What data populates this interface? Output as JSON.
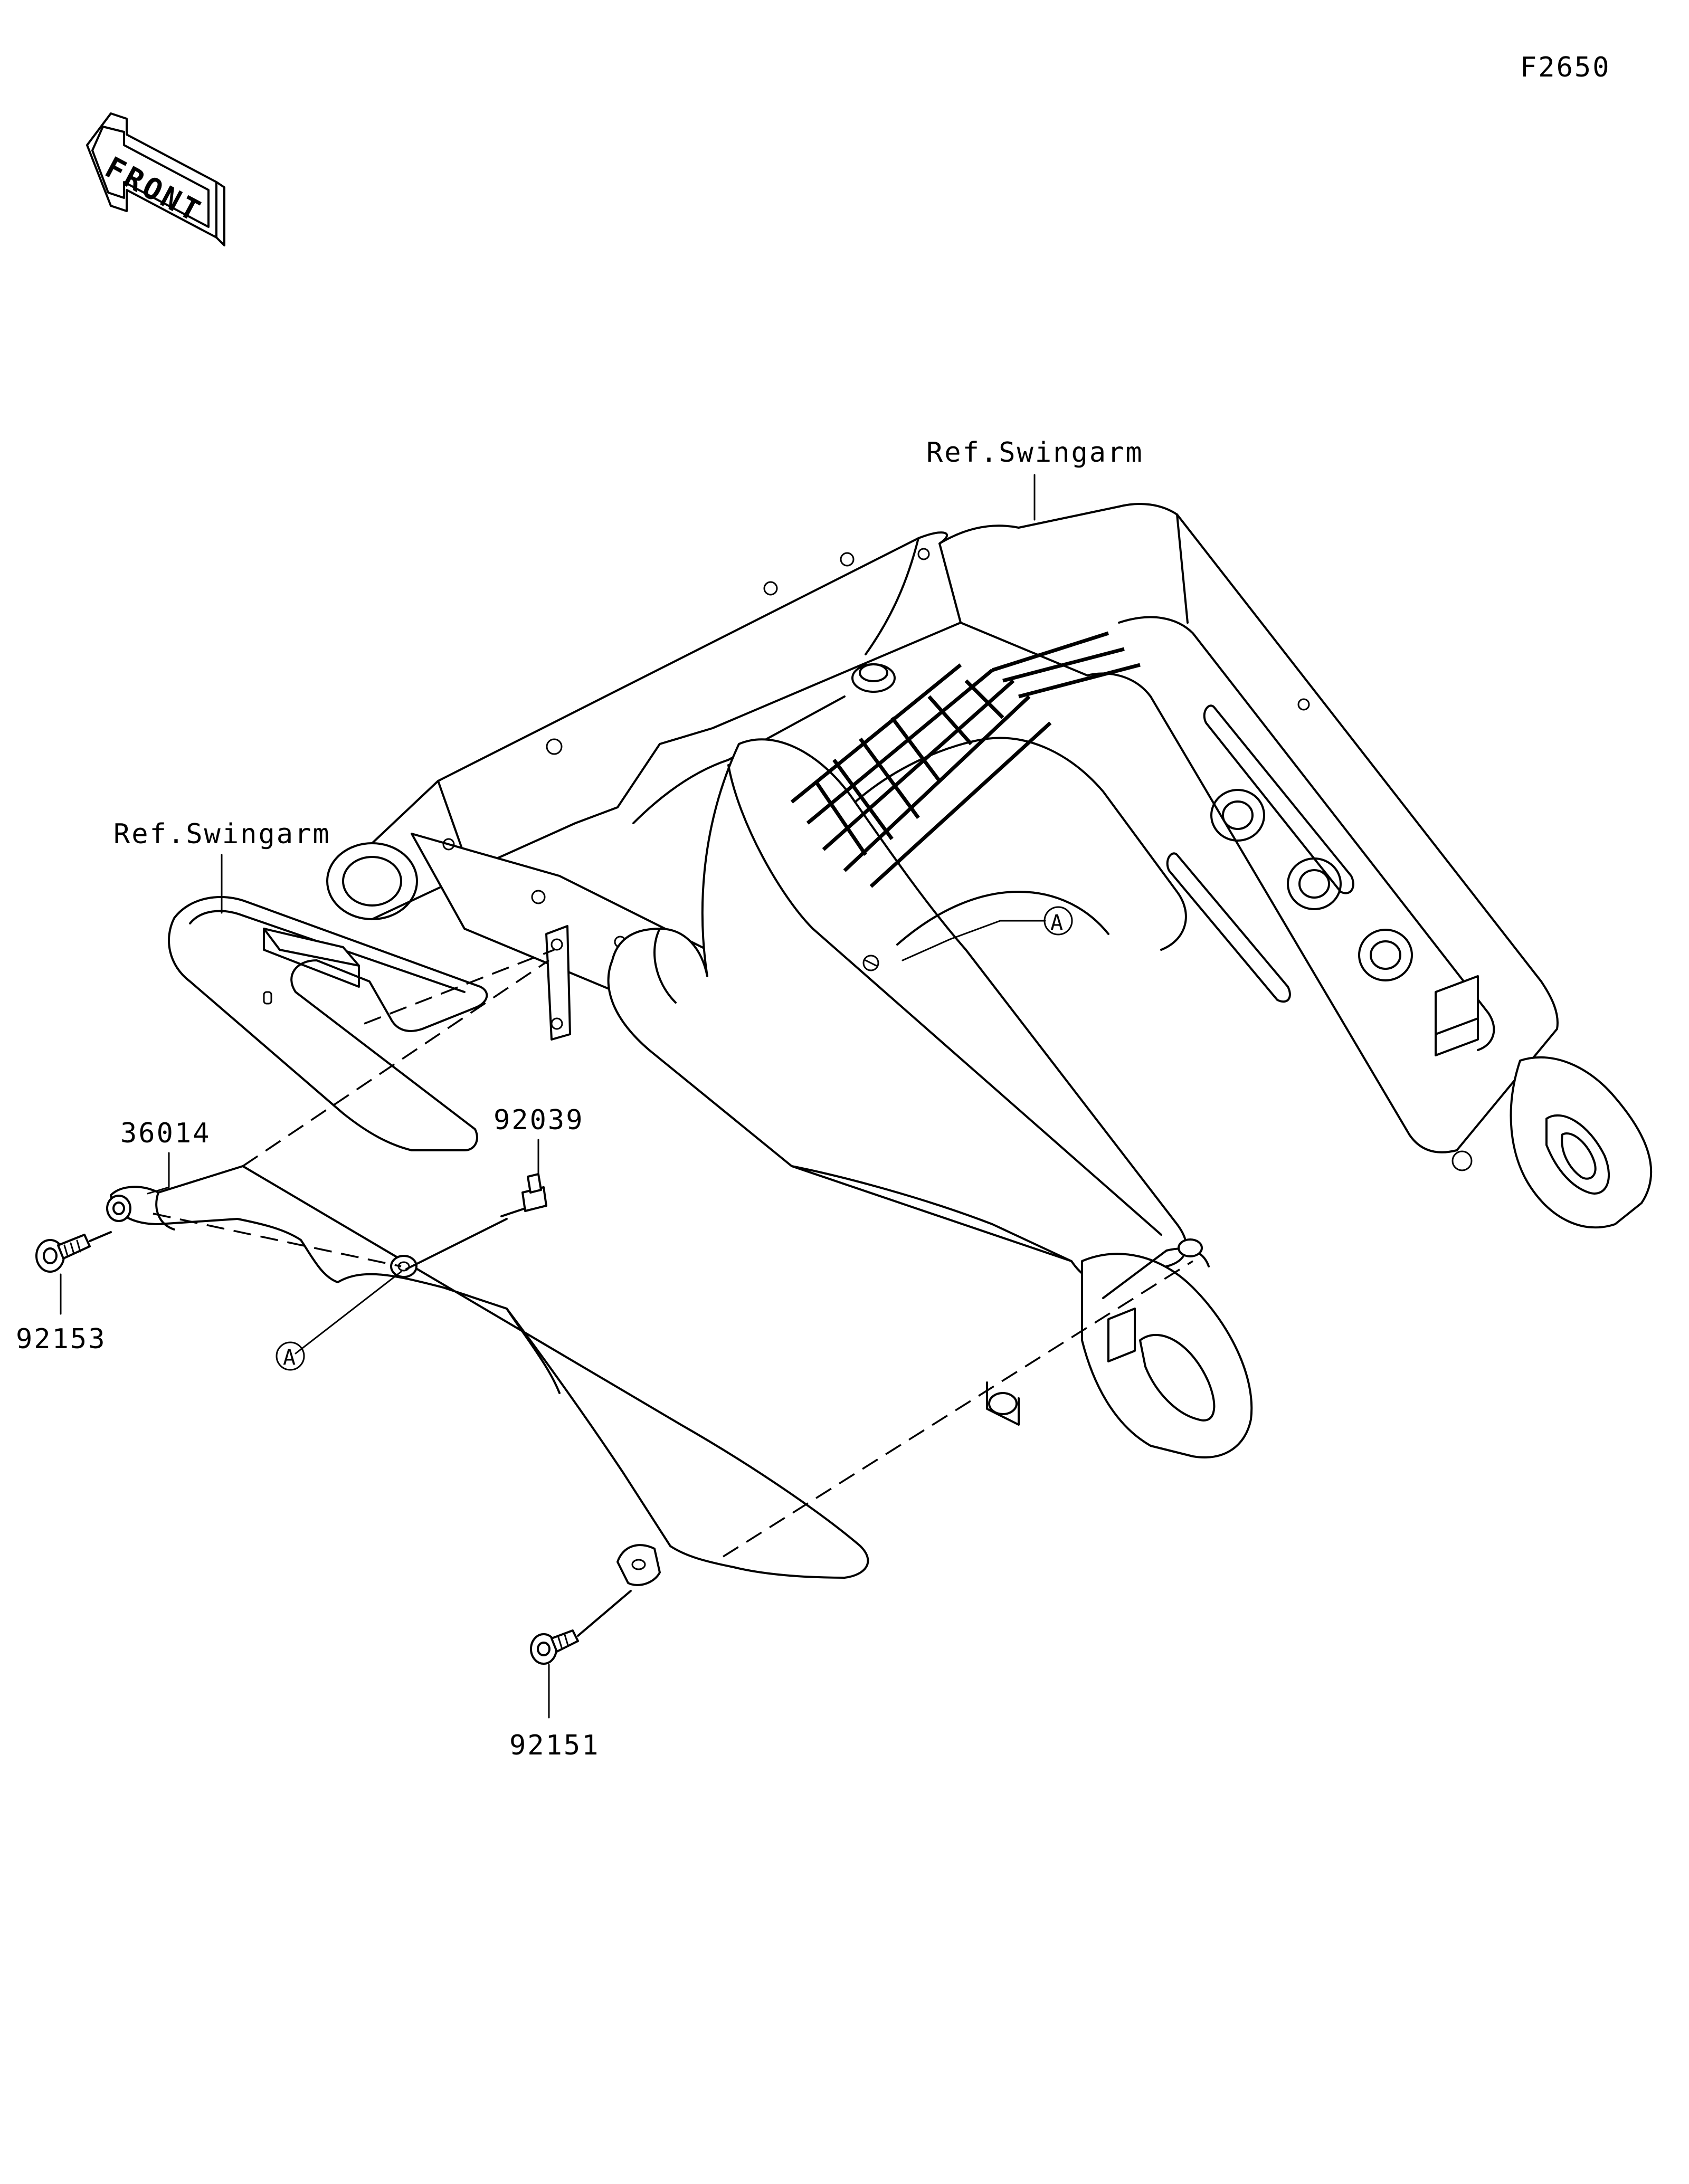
{
  "figure_code": "F2650",
  "front_label": "FRONT",
  "callouts": {
    "ref_swingarm_main": "Ref.Swingarm",
    "ref_swingarm_guard": "Ref.Swingarm",
    "part_36014": "36014",
    "part_92039": "92039",
    "part_92153": "92153",
    "part_92151": "92151",
    "marker_a_upper": "A",
    "marker_a_lower": "A"
  },
  "colors": {
    "line": "#000000",
    "background": "#ffffff"
  }
}
